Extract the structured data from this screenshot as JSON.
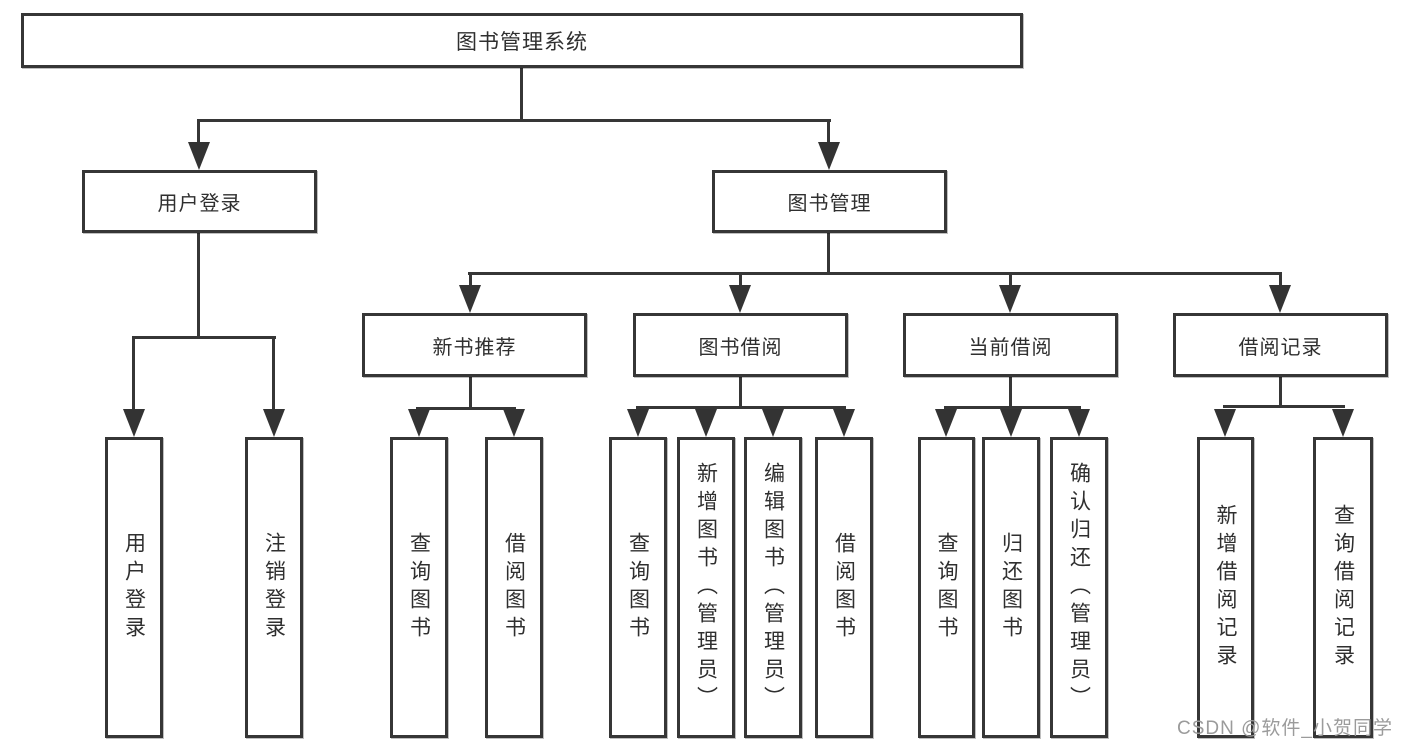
{
  "diagram": {
    "type": "hierarchy-tree",
    "root": "图书管理系统",
    "level2": [
      "用户登录",
      "图书管理"
    ],
    "level3": [
      "新书推荐",
      "图书借阅",
      "当前借阅",
      "借阅记录"
    ],
    "leaves": [
      "用户登录",
      "注销登录",
      "查询图书",
      "借阅图书",
      "查询图书",
      "新增图书（管理员）",
      "编辑图书（管理员）",
      "借阅图书",
      "查询图书",
      "归还图书",
      "确认归还（管理员）",
      "新增借阅记录",
      "查询借阅记录"
    ],
    "structure": {
      "图书管理系统": [
        "用户登录",
        "图书管理"
      ],
      "用户登录": [
        "用户登录",
        "注销登录"
      ],
      "图书管理": [
        "新书推荐",
        "图书借阅",
        "当前借阅",
        "借阅记录"
      ],
      "新书推荐": [
        "查询图书",
        "借阅图书"
      ],
      "图书借阅": [
        "查询图书",
        "新增图书（管理员）",
        "编辑图书（管理员）",
        "借阅图书"
      ],
      "当前借阅": [
        "查询图书",
        "归还图书",
        "确认归还（管理员）"
      ],
      "借阅记录": [
        "新增借阅记录",
        "查询借阅记录"
      ]
    }
  },
  "watermark": {
    "text": "CSDN @软件_小贺同学"
  },
  "colors": {
    "line": "#363636",
    "text": "#2f2f2f",
    "box_background": "#ffffff",
    "watermark": "#9b9b9b",
    "background": "#ffffff"
  }
}
